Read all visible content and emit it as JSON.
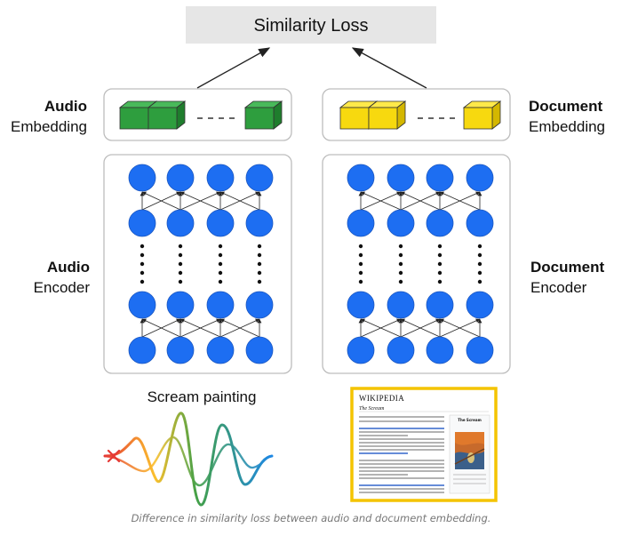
{
  "header": {
    "title": "Similarity Loss"
  },
  "left": {
    "embedding_title": "Audio",
    "embedding_sub": "Embedding",
    "encoder_title": "Audio",
    "encoder_sub": "Encoder",
    "input_label": "Scream painting",
    "embedding_color": "#2e9e3e",
    "embedding_top": "#49b95a",
    "embedding_side": "#1f7d2d"
  },
  "right": {
    "embedding_title": "Document",
    "embedding_sub": "Embedding",
    "encoder_title": "Document",
    "encoder_sub": "Encoder",
    "embedding_color": "#f7d90f",
    "embedding_top": "#ffe94a",
    "embedding_side": "#d4b700",
    "wiki": {
      "logo": "WIKIPEDIA",
      "article_title": "The Scream",
      "infobox_title": "The Scream"
    }
  },
  "colors": {
    "node": "#1d6ef2",
    "border_frame": "#f4c400",
    "box_border": "#bdbdbd",
    "header_bg": "#e6e6e6"
  },
  "caption": "Difference in similarity loss between audio and document embedding."
}
